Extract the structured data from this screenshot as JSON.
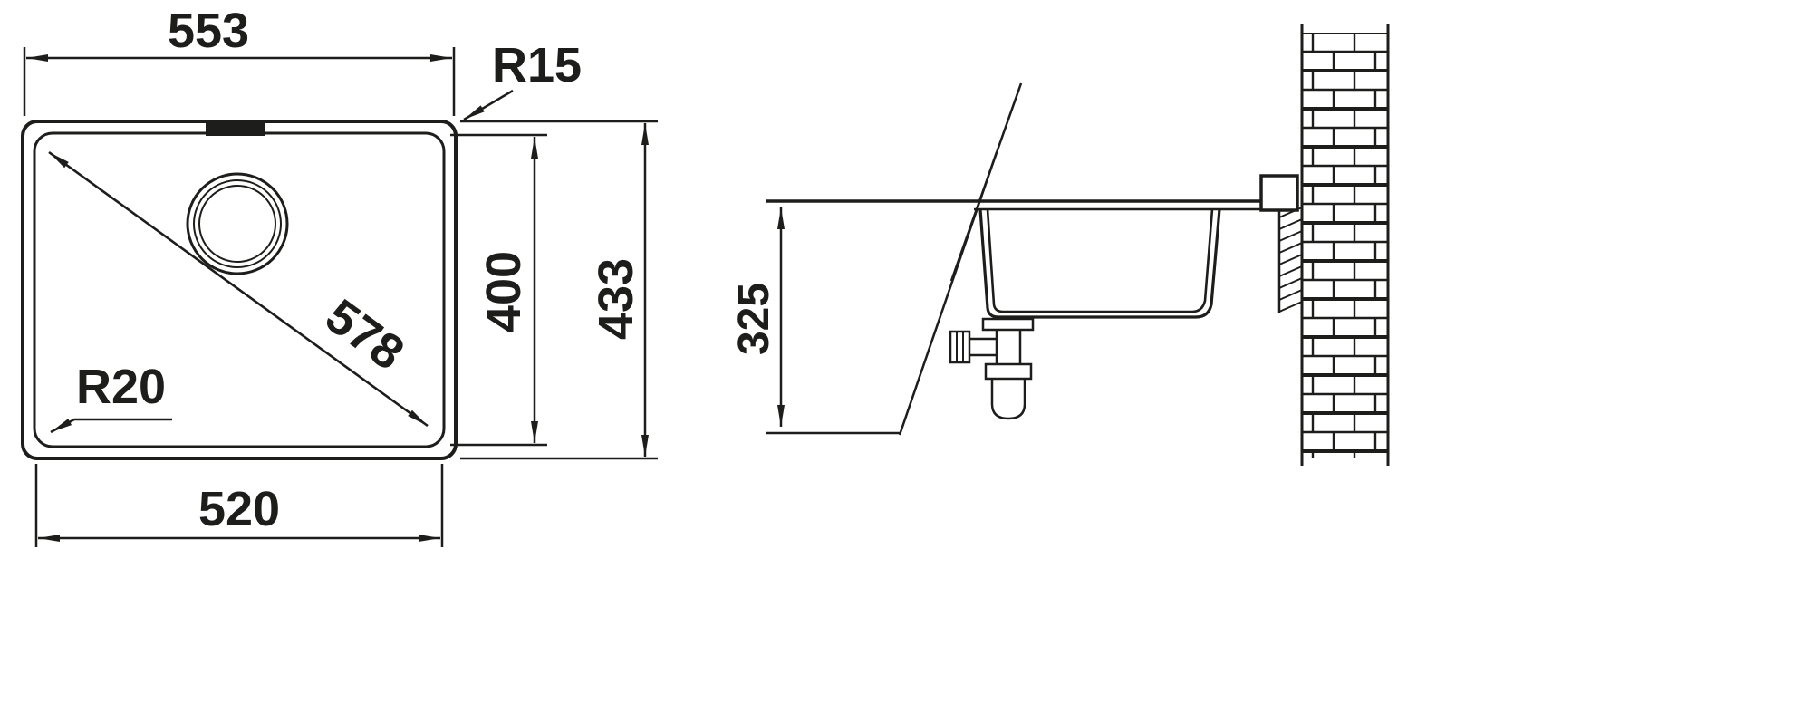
{
  "drawing_title": "sink-dimension-drawing",
  "colors": {
    "line": "#1d1d1b",
    "background": "#ffffff"
  },
  "top_view": {
    "width_outer": "553",
    "corner_radius_outer": "R15",
    "height_inner": "400",
    "height_outer": "433",
    "diagonal": "578",
    "corner_radius_inner": "R20",
    "width_inner": "520"
  },
  "side_view": {
    "install_depth": "325"
  }
}
